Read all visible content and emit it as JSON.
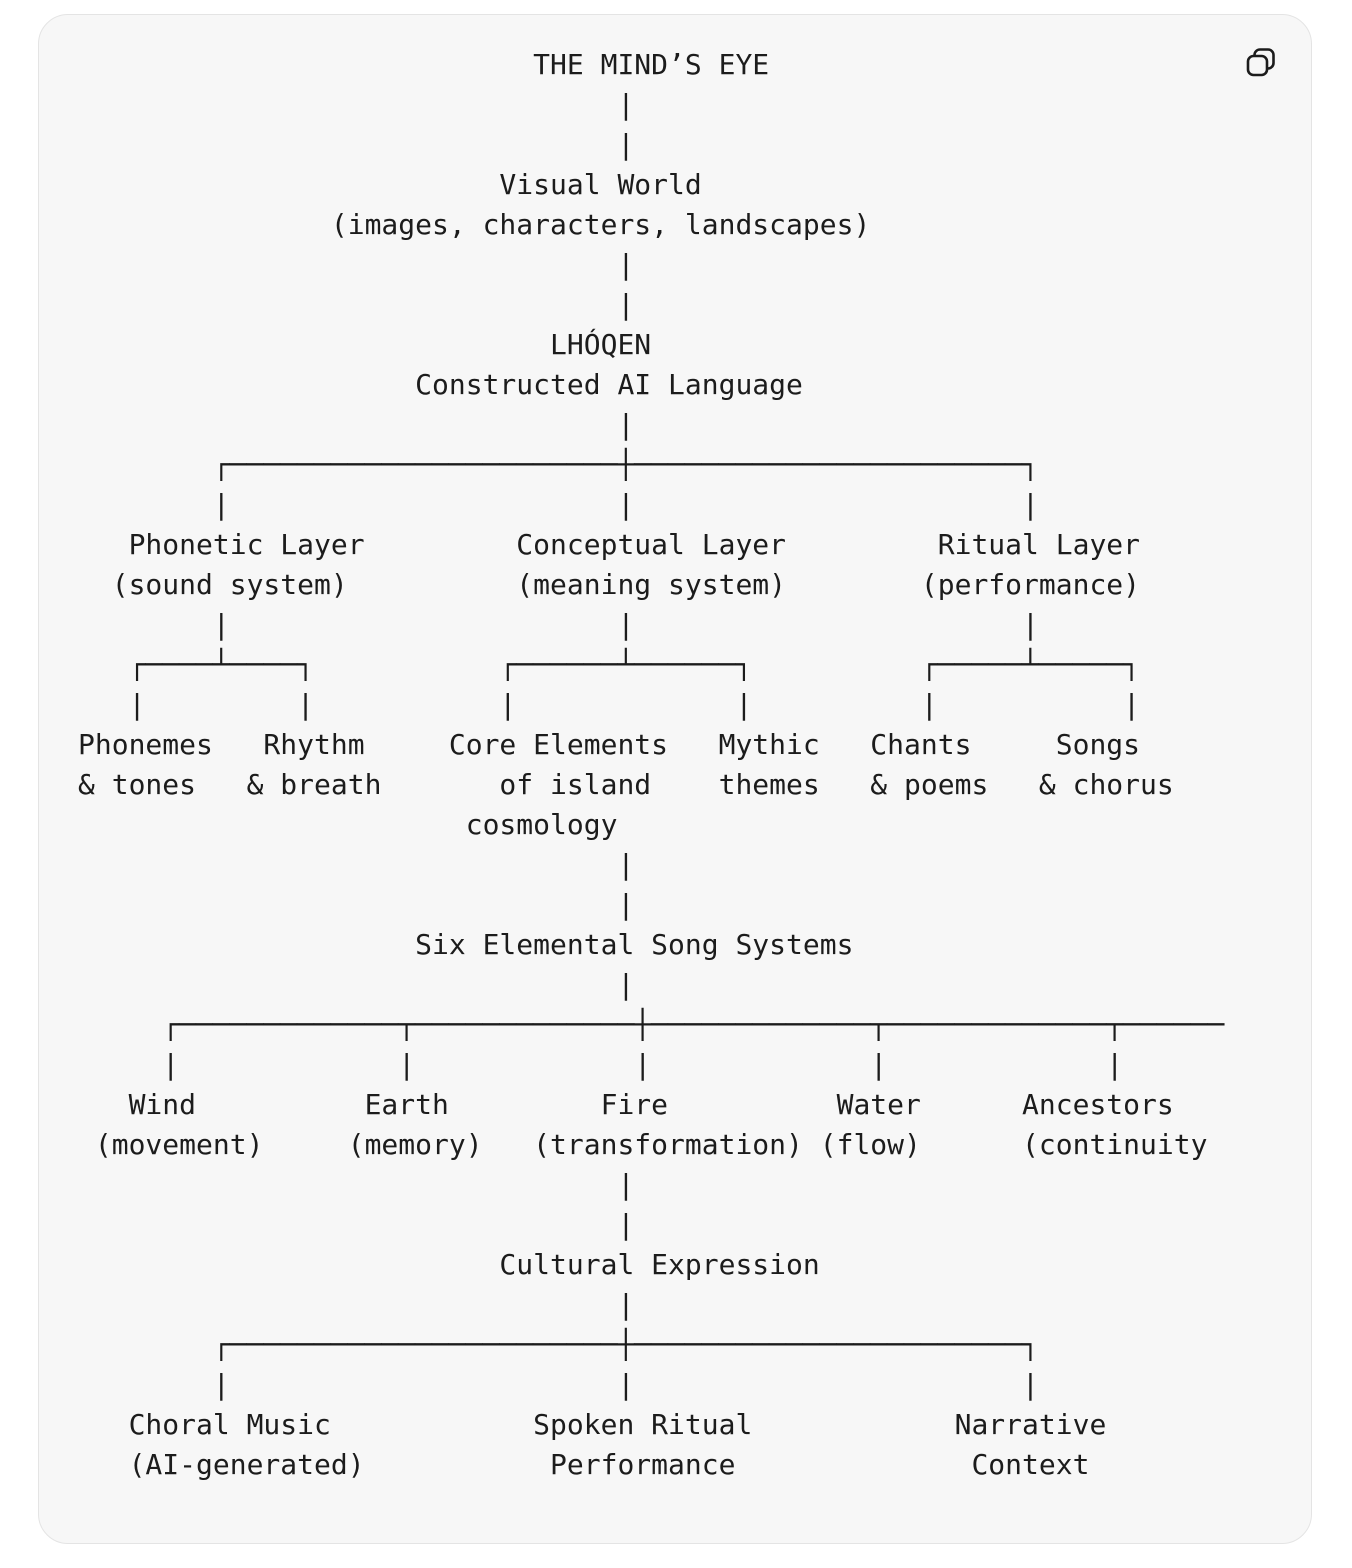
{
  "colors": {
    "page_bg": "#ffffff",
    "card_bg": "#f7f7f7",
    "card_border": "#e4e4e4",
    "text": "#1c1c1c",
    "icon": "#1c1c1c"
  },
  "card": {
    "copy_button_label": "Copy"
  },
  "diagram": {
    "lines": [
      "                           THE MIND’S EYE",
      "                                |",
      "                                |",
      "                         Visual World",
      "               (images, characters, landscapes)",
      "                                |",
      "                                |",
      "                            LHÓQEN",
      "                    Constructed AI Language",
      "                                |",
      "        ┌───────────────────────┼───────────────────────┐",
      "        |                       |                       |",
      "   Phonetic Layer         Conceptual Layer         Ritual Layer",
      "  (sound system)          (meaning system)        (performance)",
      "        |                       |                       |",
      "   ┌────┴────┐           ┌──────┴──────┐          ┌─────┴─────┐",
      "   |         |           |             |          |           |",
      "Phonemes   Rhythm     Core Elements   Mythic   Chants     Songs",
      "& tones   & breath       of island    themes   & poems   & chorus",
      "                       cosmology",
      "                                |",
      "                                |",
      "                    Six Elemental Song Systems",
      "                                |",
      "     ┌─────────────┬─────────────┼─────────────┬─────────────┬──────",
      "     |             |             |             |             |",
      "   Wind          Earth         Fire          Water      Ancestors",
      " (movement)     (memory)   (transformation) (flow)      (continuity",
      "                                |",
      "                                |",
      "                         Cultural Expression",
      "                                |",
      "        ┌───────────────────────┼───────────────────────┐",
      "        |                       |                       |",
      "   Choral Music            Spoken Ritual            Narrative",
      "   (AI-generated)           Performance              Context"
    ]
  },
  "structure": {
    "root": "THE MIND’S EYE",
    "level1": {
      "label": "Visual World",
      "detail": "(images, characters, landscapes)"
    },
    "level2": {
      "label": "LHÓQEN",
      "detail": "Constructed AI Language"
    },
    "layers": [
      {
        "label": "Phonetic Layer",
        "detail": "(sound system)",
        "children": [
          "Phonemes & tones",
          "Rhythm & breath"
        ]
      },
      {
        "label": "Conceptual Layer",
        "detail": "(meaning system)",
        "children": [
          "Core Elements of island cosmology",
          "Mythic themes"
        ]
      },
      {
        "label": "Ritual Layer",
        "detail": "(performance)",
        "children": [
          "Chants & poems",
          "Songs & chorus"
        ]
      }
    ],
    "song_systems": {
      "label": "Six Elemental Song Systems",
      "elements": [
        {
          "label": "Wind",
          "detail": "(movement)"
        },
        {
          "label": "Earth",
          "detail": "(memory)"
        },
        {
          "label": "Fire",
          "detail": "(transformation)"
        },
        {
          "label": "Water",
          "detail": "(flow)"
        },
        {
          "label": "Ancestors",
          "detail": "(continuity"
        }
      ]
    },
    "cultural_expression": {
      "label": "Cultural Expression",
      "children": [
        "Choral Music (AI-generated)",
        "Spoken Ritual Performance",
        "Narrative Context"
      ]
    }
  }
}
